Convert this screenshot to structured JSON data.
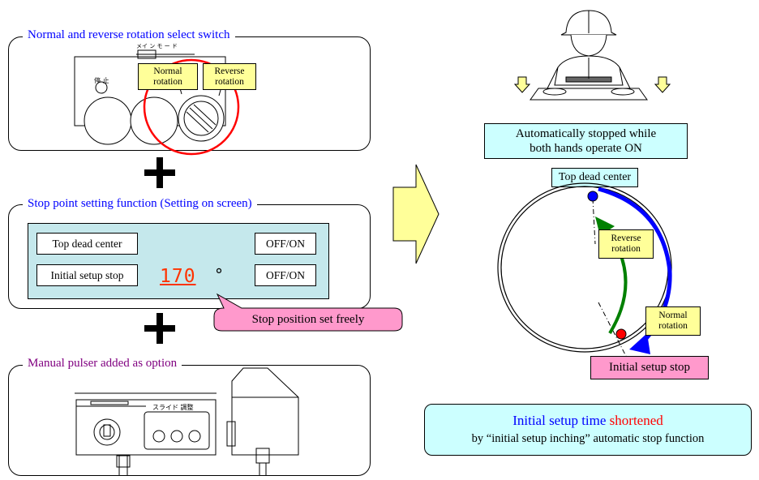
{
  "panel1": {
    "title": "Normal and reverse rotation select switch",
    "tag_normal": "Normal rotation",
    "tag_reverse": "Reverse rotation",
    "sw_marks_a": "メイ ン モ ー ド",
    "sw_marks_b": "停 止"
  },
  "panel2": {
    "title": "Stop point setting function (Setting on screen)",
    "row1_label": "Top dead center",
    "row1_toggle": "OFF/ON",
    "row2_label": "Initial setup stop",
    "row2_value": "170",
    "row2_unit": "°",
    "row2_toggle": "OFF/ON",
    "callout": "Stop position set freely"
  },
  "panel3": {
    "title": "Manual pulser added as option",
    "marks": "スライド 調整"
  },
  "right": {
    "auto_stop_line1": "Automatically stopped while",
    "auto_stop_line2": "both hands operate ON",
    "top_dead_center": "Top dead center",
    "reverse_rotation": "Reverse rotation",
    "normal_rotation": "Normal rotation",
    "initial_setup_stop": "Initial setup stop",
    "result_line1a": "Initial setup time ",
    "result_line1b": "shortened",
    "result_line2": "by “initial setup inching” automatic stop function"
  },
  "colors": {
    "title_blue": "#0000ff",
    "title_purple": "#800080",
    "screen_bg": "#c5e8ec",
    "cyan_box": "#ccffff",
    "tag_yellow": "#ffff99",
    "pink": "#ff99cc",
    "red_value": "#ff3300",
    "arrow_blue": "#0000ff",
    "arrow_green": "#008000"
  }
}
